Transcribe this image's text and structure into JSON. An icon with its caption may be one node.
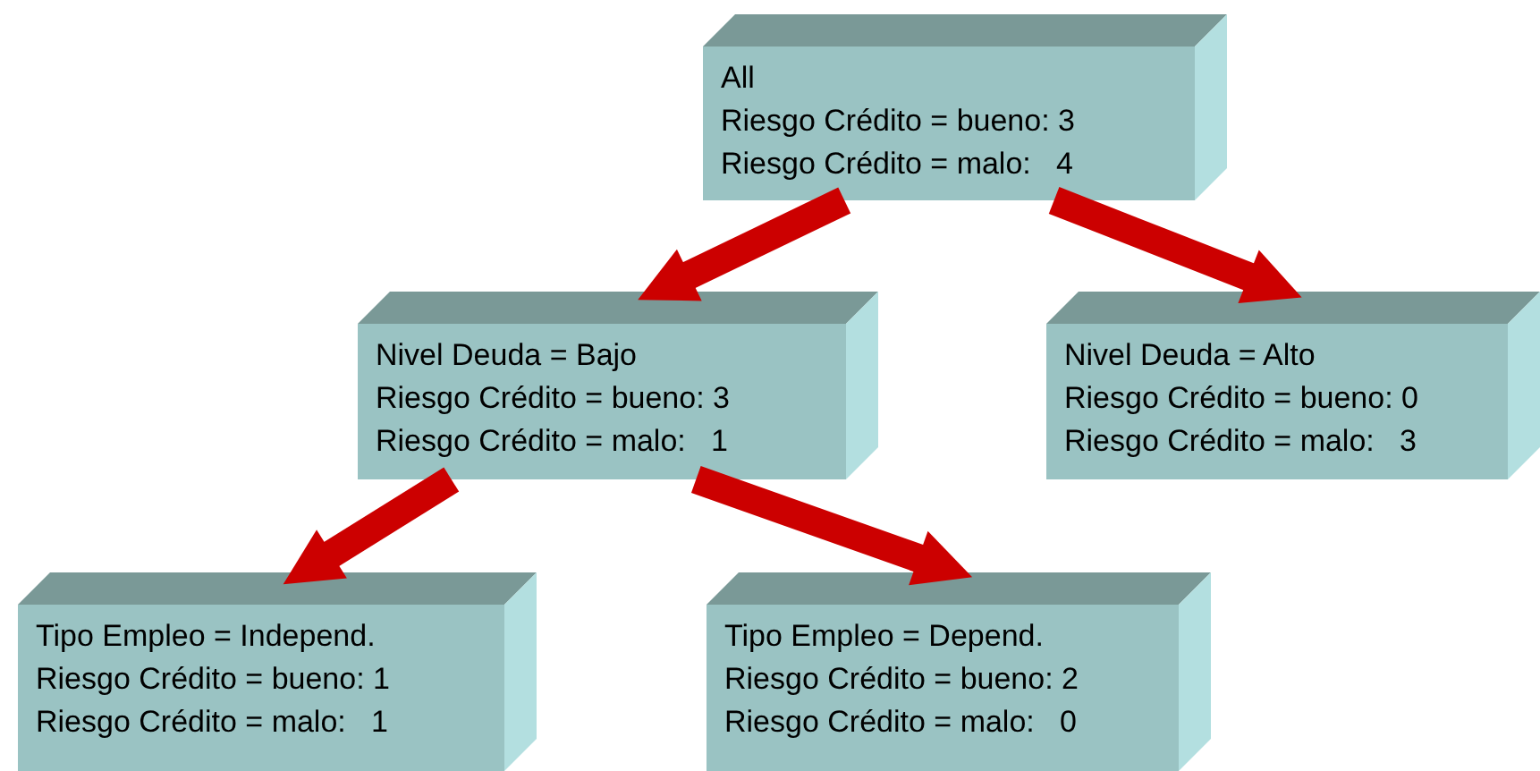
{
  "diagram": {
    "nodes": [
      {
        "text": [
          "All",
          "Riesgo Crédito = bueno: 3",
          "Riesgo Crédito = malo:   4"
        ]
      },
      {
        "text": [
          "Nivel Deuda = Bajo",
          "Riesgo Crédito = bueno: 3",
          "Riesgo Crédito = malo:   1"
        ]
      },
      {
        "text": [
          "Nivel Deuda = Alto",
          "Riesgo Crédito = bueno: 0",
          "Riesgo Crédito = malo:   3"
        ]
      },
      {
        "text": [
          "Tipo Empleo = Independ.",
          "Riesgo Crédito = bueno: 1",
          "Riesgo Crédito = malo:   1"
        ]
      },
      {
        "text": [
          "Tipo Empleo = Depend.",
          "Riesgo Crédito = bueno: 2",
          "Riesgo Crédito = malo:   0"
        ]
      }
    ],
    "edges": [
      {
        "from": 0,
        "to": 1,
        "arrow": "to"
      },
      {
        "from": 0,
        "to": 2,
        "arrow": "to"
      },
      {
        "from": 1,
        "to": 3,
        "arrow": "to"
      },
      {
        "from": 1,
        "to": 4,
        "arrow": "to"
      }
    ]
  }
}
